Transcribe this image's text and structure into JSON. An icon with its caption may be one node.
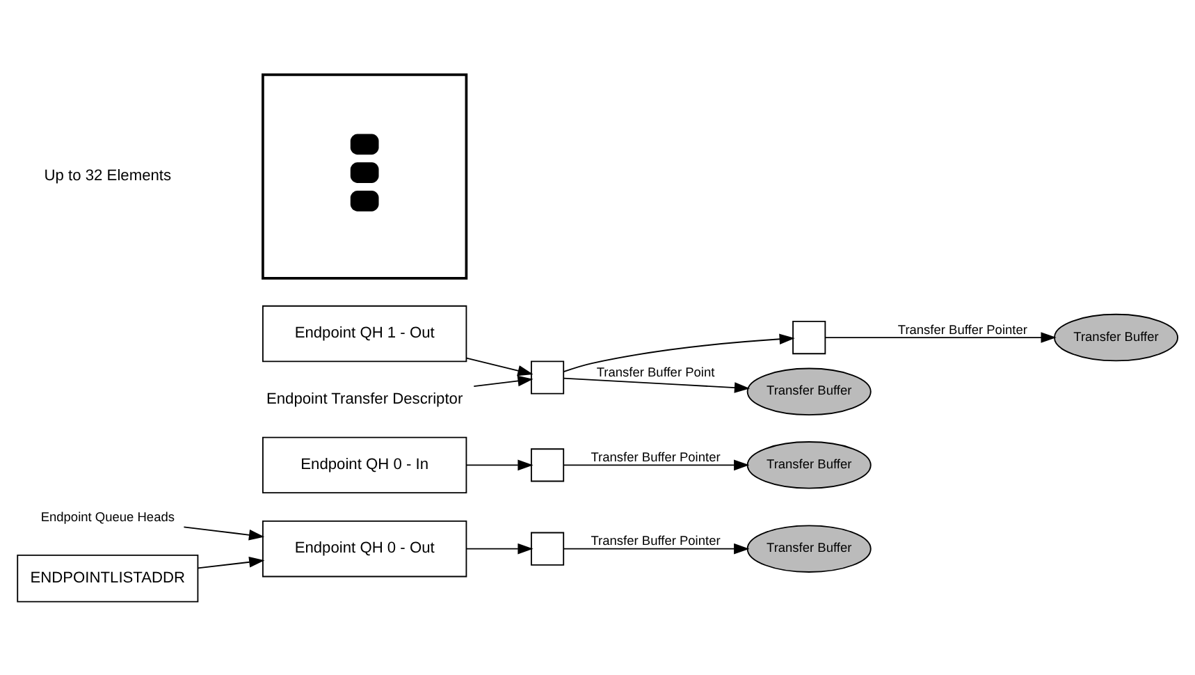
{
  "diagram": {
    "nodes": [
      {
        "text": [],
        "shape": "box"
      },
      {
        "text": [
          "Endpoint QH 1 - Out"
        ]
      },
      {
        "text": [
          "Endpoint QH 0 - In"
        ]
      },
      {
        "text": [
          "Endpoint QH 0 - Out"
        ]
      },
      {
        "text": [],
        "shape": "box"
      },
      {
        "text": [
          "Transfer Buffer"
        ]
      },
      {
        "text": [],
        "shape": "box"
      },
      {
        "text": [
          "Transfer Buffer"
        ]
      },
      {
        "text": [],
        "shape": "box"
      },
      {
        "text": [
          "Transfer Buffer"
        ]
      },
      {
        "text": [],
        "shape": "box"
      },
      {
        "text": [
          "Transfer Buffer"
        ]
      },
      {
        "text": [
          "Endpoint Transfer Descriptor"
        ]
      },
      {
        "text": [
          "Endpoint Queue Heads"
        ]
      },
      {
        "text": [
          "ENDPOINTLISTADDR"
        ]
      }
    ],
    "edges": [
      {
        "from": 1,
        "to": 4,
        "arrow": "to"
      },
      {
        "from": 2,
        "to": 8,
        "arrow": "to"
      },
      {
        "from": 3,
        "to": 10,
        "arrow": "to"
      },
      {
        "from": 4,
        "to": 5,
        "arrow": "to",
        "label": "Transfer Buffer Point"
      },
      {
        "from": 4,
        "to": 6,
        "arrow": "to"
      },
      {
        "from": 6,
        "to": 7,
        "arrow": "to",
        "label": "Transfer Buffer Pointer"
      },
      {
        "from": 8,
        "to": 9,
        "arrow": "to",
        "label": "Transfer Buffer Pointer"
      },
      {
        "from": 10,
        "to": 11,
        "arrow": "to",
        "label": "Transfer Buffer Pointer"
      },
      {
        "from": 12,
        "to": 4,
        "arrow": "to"
      },
      {
        "from": 13,
        "to": 3,
        "arrow": "to"
      },
      {
        "from": 14,
        "to": 3,
        "arrow": "to"
      }
    ],
    "labels": [
      "Up to 32 Elements"
    ]
  }
}
